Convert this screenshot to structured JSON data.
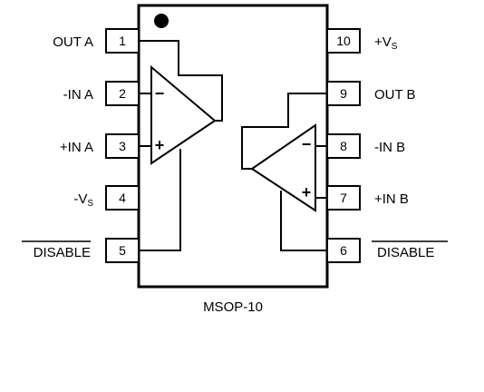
{
  "package": {
    "name": "MSOP-10"
  },
  "pins": [
    {
      "number": "1",
      "label": "OUT A",
      "sub": ""
    },
    {
      "number": "2",
      "label": "-IN A",
      "sub": ""
    },
    {
      "number": "3",
      "label": "+IN A",
      "sub": ""
    },
    {
      "number": "4",
      "label": "-V",
      "sub": "S"
    },
    {
      "number": "5",
      "label": "DISABLE",
      "sub": ""
    },
    {
      "number": "6",
      "label": "DISABLE",
      "sub": ""
    },
    {
      "number": "7",
      "label": "+IN B",
      "sub": ""
    },
    {
      "number": "8",
      "label": "-IN B",
      "sub": ""
    },
    {
      "number": "9",
      "label": "OUT B",
      "sub": ""
    },
    {
      "number": "10",
      "label": "+V",
      "sub": "S"
    }
  ],
  "amplifiers": [
    {
      "inverting_sign": "−",
      "noninverting_sign": "+"
    },
    {
      "inverting_sign": "−",
      "noninverting_sign": "+"
    }
  ]
}
